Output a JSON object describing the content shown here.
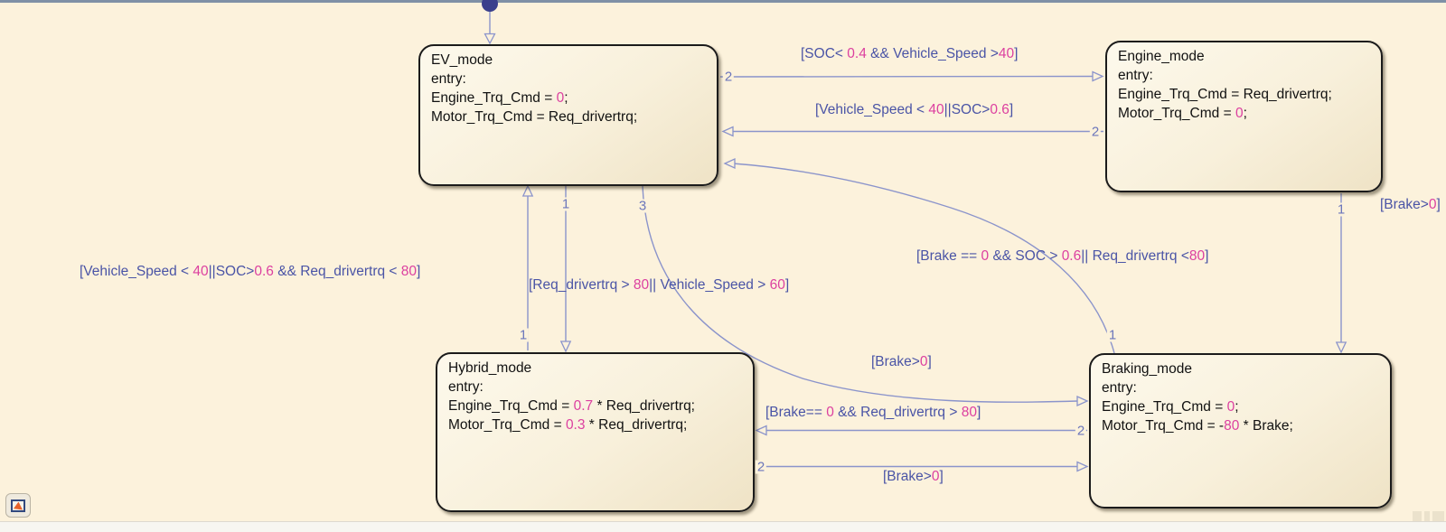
{
  "colors": {
    "canvas_bg": "#fcf2dc",
    "state_border": "#1b1b1b",
    "state_text": "#111111",
    "condition_blue": "#4a54a6",
    "value_magenta": "#dc40a0",
    "transition_line": "#8b94cb",
    "order_number_blue": "#6b76bb",
    "default_dot": "#3a3f8c",
    "top_border_grey": "#7f90a6"
  },
  "states": {
    "ev_mode": {
      "title": "EV_mode",
      "entry": "entry:",
      "lines": [
        [
          {
            "t": "Engine_Trq_Cmd = ",
            "c": "k"
          },
          {
            "t": "0",
            "c": "m"
          },
          {
            "t": ";",
            "c": "k"
          }
        ],
        [
          {
            "t": "Motor_Trq_Cmd = Req_drivertrq;",
            "c": "k"
          }
        ]
      ]
    },
    "engine_mode": {
      "title": "Engine_mode",
      "entry": "entry:",
      "lines": [
        [
          {
            "t": "Engine_Trq_Cmd = Req_drivertrq;",
            "c": "k"
          }
        ],
        [
          {
            "t": "Motor_Trq_Cmd = ",
            "c": "k"
          },
          {
            "t": "0",
            "c": "m"
          },
          {
            "t": ";",
            "c": "k"
          }
        ]
      ]
    },
    "hybrid_mode": {
      "title": "Hybrid_mode",
      "entry": "entry:",
      "lines": [
        [
          {
            "t": "Engine_Trq_Cmd = ",
            "c": "k"
          },
          {
            "t": "0.7",
            "c": "m"
          },
          {
            "t": " * Req_drivertrq;",
            "c": "k"
          }
        ],
        [
          {
            "t": "Motor_Trq_Cmd = ",
            "c": "k"
          },
          {
            "t": "0.3",
            "c": "m"
          },
          {
            "t": " * Req_drivertrq;",
            "c": "k"
          }
        ]
      ]
    },
    "braking_mode": {
      "title": "Braking_mode",
      "entry": "entry:",
      "lines": [
        [
          {
            "t": "Engine_Trq_Cmd = ",
            "c": "k"
          },
          {
            "t": "0",
            "c": "m"
          },
          {
            "t": ";",
            "c": "k"
          }
        ],
        [
          {
            "t": "Motor_Trq_Cmd = -",
            "c": "k"
          },
          {
            "t": "80",
            "c": "m"
          },
          {
            "t": " * Brake;",
            "c": "k"
          }
        ]
      ]
    }
  },
  "transitions": {
    "ev_to_engine": {
      "order": "2",
      "label": [
        {
          "t": "[SOC< ",
          "c": "b"
        },
        {
          "t": "0.4",
          "c": "m"
        },
        {
          "t": " && Vehicle_Speed >",
          "c": "b"
        },
        {
          "t": "40",
          "c": "m"
        },
        {
          "t": "]",
          "c": "b"
        }
      ]
    },
    "engine_to_ev": {
      "order": "2",
      "label": [
        {
          "t": "[Vehicle_Speed < ",
          "c": "b"
        },
        {
          "t": "40",
          "c": "m"
        },
        {
          "t": "||SOC>",
          "c": "b"
        },
        {
          "t": "0.6",
          "c": "m"
        },
        {
          "t": "]",
          "c": "b"
        }
      ]
    },
    "hybrid_to_ev": {
      "order": "1",
      "label": [
        {
          "t": "[Vehicle_Speed < ",
          "c": "b"
        },
        {
          "t": "40",
          "c": "m"
        },
        {
          "t": "||SOC>",
          "c": "b"
        },
        {
          "t": "0.6",
          "c": "m"
        },
        {
          "t": " && Req_drivertrq < ",
          "c": "b"
        },
        {
          "t": "80",
          "c": "m"
        },
        {
          "t": "]",
          "c": "b"
        }
      ]
    },
    "ev_to_hybrid": {
      "order": "1",
      "label": [
        {
          "t": "[Req_drivertrq > ",
          "c": "b"
        },
        {
          "t": "80",
          "c": "m"
        },
        {
          "t": "|| Vehicle_Speed > ",
          "c": "b"
        },
        {
          "t": "60",
          "c": "m"
        },
        {
          "t": "]",
          "c": "b"
        }
      ]
    },
    "ev_to_braking": {
      "order": "3",
      "label": [
        {
          "t": "[Brake>",
          "c": "b"
        },
        {
          "t": "0",
          "c": "m"
        },
        {
          "t": "]",
          "c": "b"
        }
      ]
    },
    "braking_to_ev": {
      "order": "1",
      "label": [
        {
          "t": "[Brake == ",
          "c": "b"
        },
        {
          "t": "0",
          "c": "m"
        },
        {
          "t": " && SOC > ",
          "c": "b"
        },
        {
          "t": "0.6",
          "c": "m"
        },
        {
          "t": "|| Req_drivertrq <",
          "c": "b"
        },
        {
          "t": "80",
          "c": "m"
        },
        {
          "t": "]",
          "c": "b"
        }
      ]
    },
    "engine_to_braking": {
      "order": "1",
      "label": [
        {
          "t": "[Brake>",
          "c": "b"
        },
        {
          "t": "0",
          "c": "m"
        },
        {
          "t": "]",
          "c": "b"
        }
      ]
    },
    "braking_to_hybrid": {
      "order": "2",
      "label": [
        {
          "t": "[Brake== ",
          "c": "b"
        },
        {
          "t": "0",
          "c": "m"
        },
        {
          "t": " && Req_drivertrq > ",
          "c": "b"
        },
        {
          "t": "80",
          "c": "m"
        },
        {
          "t": "]",
          "c": "b"
        }
      ]
    },
    "hybrid_to_braking": {
      "order": "2",
      "label": [
        {
          "t": "[Brake>",
          "c": "b"
        },
        {
          "t": "0",
          "c": "m"
        },
        {
          "t": "]",
          "c": "b"
        }
      ]
    }
  }
}
